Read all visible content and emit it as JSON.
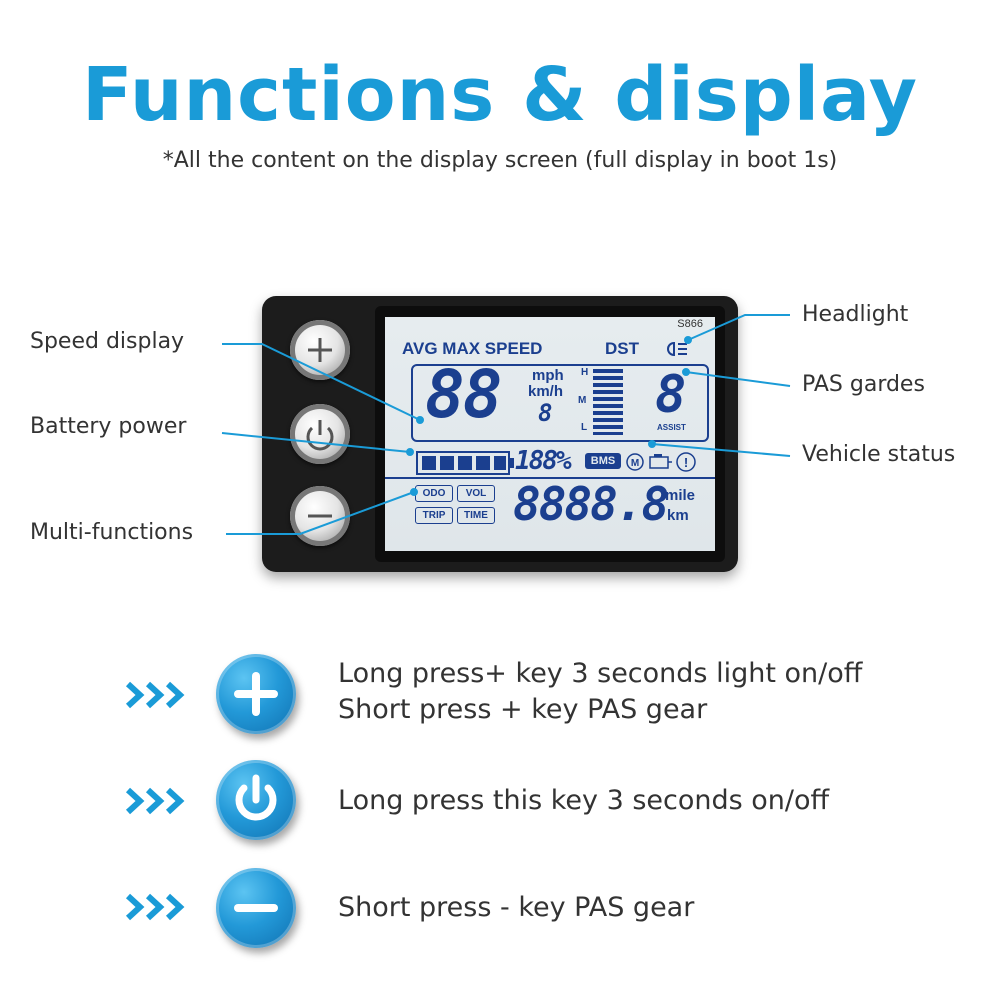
{
  "title": "Functions & display",
  "subtitle": "*All the content on the display screen (full display in boot 1s)",
  "colors": {
    "accent": "#1a9bd7",
    "lcd_text": "#1b3f8f",
    "lcd_bg": "#e3eaee",
    "device": "#1c1c1c"
  },
  "device": {
    "model": "S866",
    "buttons": [
      {
        "icon": "plus-icon"
      },
      {
        "icon": "power-icon"
      },
      {
        "icon": "minus-icon"
      }
    ],
    "lcd": {
      "header": "AVG MAX SPEED",
      "dst": "DST",
      "speed_digits": "88",
      "unit_mph": "mph",
      "unit_kmh": "km/h",
      "small_digit": "8",
      "level_high": "H",
      "level_mid": "M",
      "level_low": "L",
      "pas_digit": "8",
      "assist": "ASSIST",
      "percent": "188%",
      "bms": "BMS",
      "odo": "ODO",
      "vol": "VOL",
      "trip": "TRIP",
      "time": "TIME",
      "odometer": "8888.8",
      "unit_mile": "mile",
      "unit_km": "km",
      "status_icons": [
        "motor-icon",
        "engine-icon",
        "warning-icon"
      ],
      "headlight_icon": "headlight-icon"
    }
  },
  "callouts": {
    "speed_display": "Speed display",
    "battery_power": "Battery power",
    "multi_functions": "Multi-functions",
    "headlight": "Headlight",
    "pas_gardes": "PAS gardes",
    "vehicle_status": "Vehicle status"
  },
  "keys": [
    {
      "icon": "plus-icon",
      "line1": "Long press+ key 3 seconds light on/off",
      "line2": "Short press + key PAS gear"
    },
    {
      "icon": "power-icon",
      "line1": "Long press this key 3 seconds on/off"
    },
    {
      "icon": "minus-icon",
      "line1": "Short press - key PAS gear"
    }
  ]
}
